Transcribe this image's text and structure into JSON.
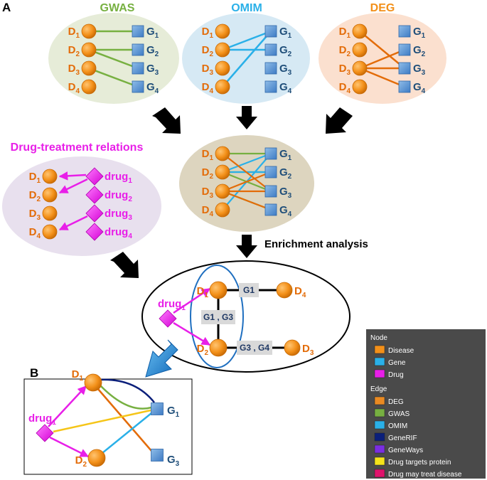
{
  "panels": {
    "a": "A",
    "b": "B"
  },
  "sources": {
    "gwas": "GWAS",
    "omim": "OMIM",
    "deg": "DEG"
  },
  "labels": {
    "d": "D",
    "g": "G",
    "drug": "drug",
    "d1": "1",
    "d2": "2",
    "d3": "3",
    "d4": "4",
    "g1": "1",
    "g2": "2",
    "g3": "3",
    "g4": "4"
  },
  "drug_treatment_title": "Drug-treatment relations",
  "enrichment_label": "Enrichment analysis",
  "shared_genes": {
    "d1_d2": "G1 , G3",
    "d1_d4": "G1",
    "d2_d3": "G3 , G4"
  },
  "colors": {
    "gwas": "#77b041",
    "omim": "#2ab0e8",
    "deg": "#e36c09",
    "disease": "#f39019",
    "gene": "#4f8fd0",
    "drug": "#e81fe8",
    "generif": "#0b1f7a",
    "geneways": "#7b2ee0",
    "drug_targets": "#f5c518",
    "drug_treat": "#e0136c"
  },
  "legend": {
    "node_title": "Node",
    "nodes": [
      {
        "label": "Disease",
        "color": "#f39019"
      },
      {
        "label": "Gene",
        "color": "#2ab0e8"
      },
      {
        "label": "Drug",
        "color": "#e81fe8"
      }
    ],
    "edge_title": "Edge",
    "edges": [
      {
        "label": "DEG",
        "color": "#e98a22"
      },
      {
        "label": "GWAS",
        "color": "#77b041"
      },
      {
        "label": "OMIM",
        "color": "#2ab0e8"
      },
      {
        "label": "GeneRIF",
        "color": "#0b1f7a"
      },
      {
        "label": "GeneWays",
        "color": "#7b2ee0"
      },
      {
        "label": "Drug targets protein",
        "color": "#f5e31a"
      },
      {
        "label": "Drug may treat disease",
        "color": "#e0136c"
      }
    ]
  }
}
